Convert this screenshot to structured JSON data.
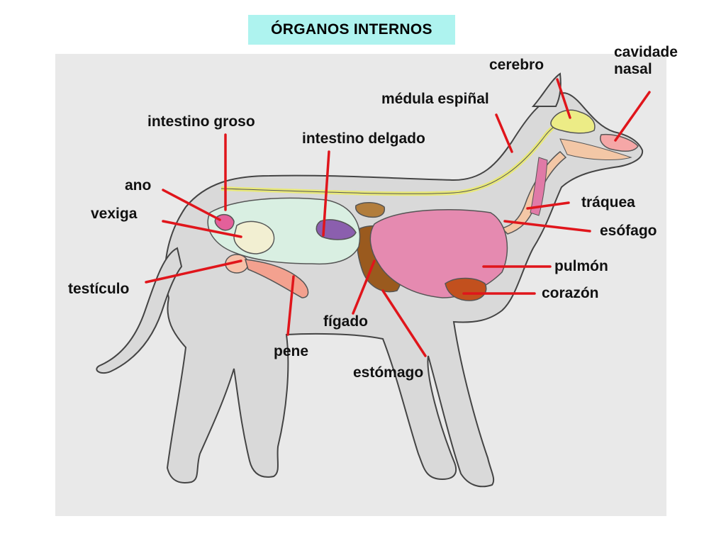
{
  "title": "ÓRGANOS INTERNOS",
  "labels": {
    "cavidade_nasal": "cavidade\nnasal",
    "cerebro": "cerebro",
    "medula_espinal": "médula espiñal",
    "intestino_groso": "intestino groso",
    "intestino_delgado": "intestino delgado",
    "ano": "ano",
    "vexiga": "vexiga",
    "traquea": "tráquea",
    "esofago": "esófago",
    "pulmon": "pulmón",
    "corazon": "corazón",
    "testiculo": "testículo",
    "figado": "fígado",
    "pene": "pene",
    "estomago": "estómago"
  },
  "colors": {
    "title_bg": "#aef3ef",
    "leader_line": "#e0151b",
    "body_fill": "#d9d9d9",
    "outline": "#444444",
    "lung": "#e58ab0",
    "heart": "#c2501e",
    "liver": "#9a5a1e",
    "large_intestine": "#d9efe2",
    "small_intestine": "#8b5fae",
    "bladder": "#e3609a",
    "spinal_cord": "#e8e87a",
    "brain": "#ecec86",
    "nasal": "#f5a7a7",
    "trachea": "#f3c7a6",
    "esophagus": "#e07aa7"
  }
}
